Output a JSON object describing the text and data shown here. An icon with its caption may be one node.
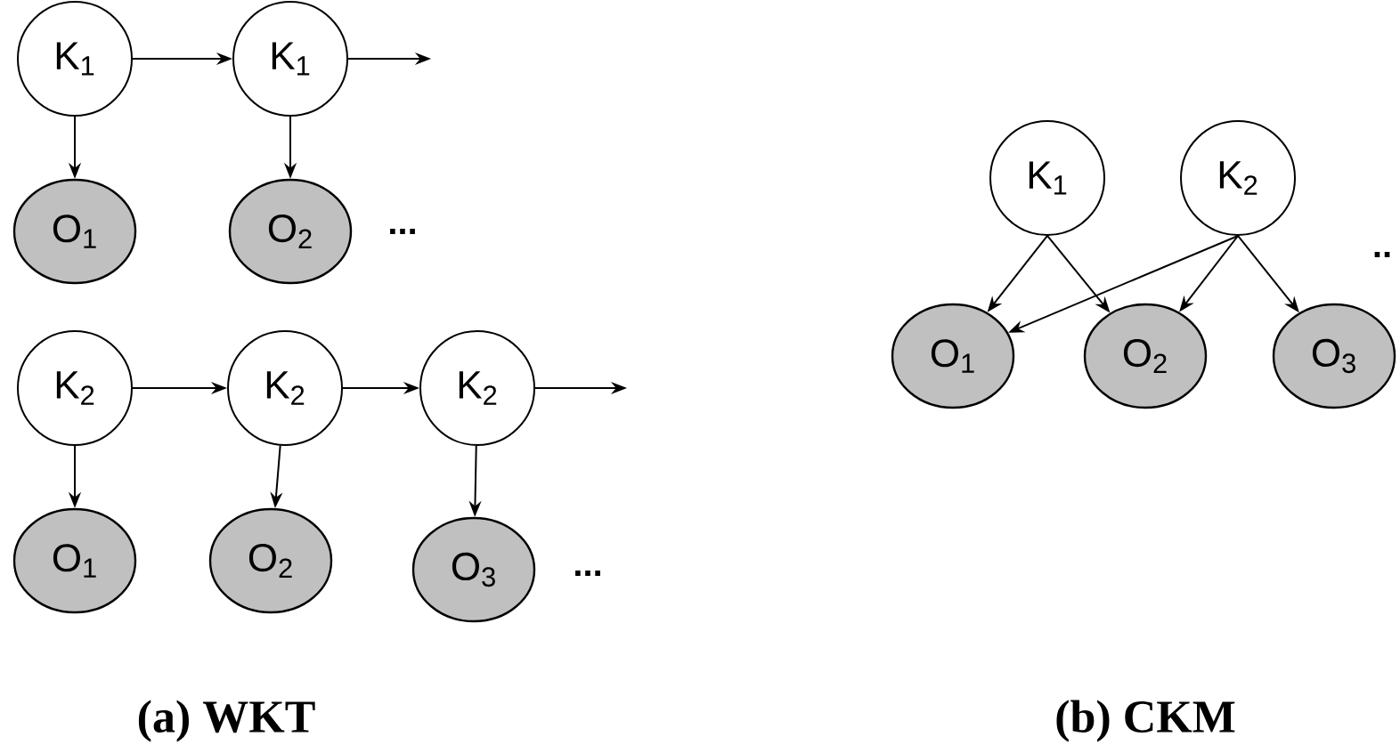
{
  "diagram": {
    "nodes": [
      {
        "text": [
          "K$_{1}$"
        ]
      },
      {
        "text": [
          "K$_{1}$"
        ]
      },
      {
        "text": [
          "O$_{1}$"
        ]
      },
      {
        "text": [
          "O$_{2}$"
        ]
      },
      {
        "text": [
          "K$_{2}$"
        ]
      },
      {
        "text": [
          "K$_{2}$"
        ]
      },
      {
        "text": [
          "K$_{2}$"
        ]
      },
      {
        "text": [
          "O$_{1}$"
        ]
      },
      {
        "text": [
          "O$_{2}$"
        ]
      },
      {
        "text": [
          "O$_{3}$"
        ]
      },
      {
        "text": [
          "K$_{1}$"
        ]
      },
      {
        "text": [
          "K$_{2}$"
        ]
      },
      {
        "text": [
          "O$_{1}$"
        ]
      },
      {
        "text": [
          "O$_{2}$"
        ]
      },
      {
        "text": [
          "O$_{3}$"
        ]
      }
    ],
    "edges": [
      {
        "from": 0,
        "to": 1,
        "arrow": "to"
      },
      {
        "from": 1,
        "to": null,
        "arrow": "to"
      },
      {
        "from": 0,
        "to": 2,
        "arrow": "to"
      },
      {
        "from": 1,
        "to": 3,
        "arrow": "to"
      },
      {
        "from": 4,
        "to": 5,
        "arrow": "to"
      },
      {
        "from": 5,
        "to": 6,
        "arrow": "to"
      },
      {
        "from": 6,
        "to": null,
        "arrow": "to"
      },
      {
        "from": 4,
        "to": 7,
        "arrow": "to"
      },
      {
        "from": 5,
        "to": 8,
        "arrow": "to"
      },
      {
        "from": 6,
        "to": 9,
        "arrow": "to"
      },
      {
        "from": 10,
        "to": 12,
        "arrow": "to"
      },
      {
        "from": 10,
        "to": 13,
        "arrow": "to"
      },
      {
        "from": 11,
        "to": 12,
        "arrow": "to"
      },
      {
        "from": 11,
        "to": 13,
        "arrow": "to"
      },
      {
        "from": 11,
        "to": 14,
        "arrow": "to"
      }
    ],
    "labels": [
      "...",
      "...",
      "..",
      "(a) WKT",
      "(b) CKM"
    ]
  }
}
